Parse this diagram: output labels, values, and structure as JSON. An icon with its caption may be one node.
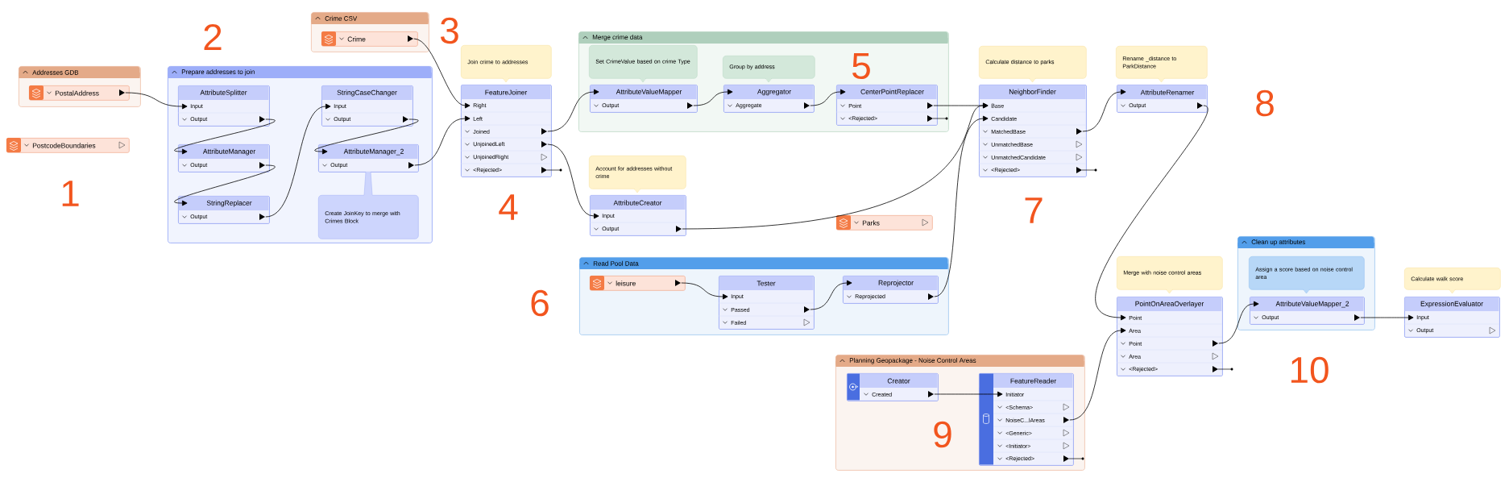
{
  "diagram": {
    "nodes": [
      {
        "text": [
          "Addresses GDB"
        ]
      },
      {
        "text": [
          "PostalAddress"
        ],
        "in": 0
      },
      {
        "text": [
          "PostcodeBoundaries"
        ]
      },
      {
        "text": [
          "Prepare addresses to join"
        ]
      },
      {
        "text": [
          "AttributeSplitter",
          "Input",
          "Output"
        ],
        "in": 3
      },
      {
        "text": [
          "StringCaseChanger",
          "Input",
          "Output"
        ],
        "in": 3
      },
      {
        "text": [
          "AttributeManager",
          "Output"
        ],
        "in": 3
      },
      {
        "text": [
          "AttributeManager_2",
          "Output"
        ],
        "in": 3
      },
      {
        "text": [
          "StringReplacer",
          "Output"
        ],
        "in": 3
      },
      {
        "text": [
          "Crime CSV"
        ]
      },
      {
        "text": [
          "Crime"
        ],
        "in": 9
      },
      {
        "text": [
          "FeatureJoiner",
          "Right",
          "Left",
          "Joined",
          "UnjoinedLeft",
          "UnjoinedRight",
          "<Rejected>"
        ]
      },
      {
        "text": [
          "Merge crime data"
        ]
      },
      {
        "text": [
          "AttributeValueMapper",
          "Output"
        ],
        "in": 12
      },
      {
        "text": [
          "Aggregator",
          "Aggregate"
        ],
        "in": 12
      },
      {
        "text": [
          "CenterPointReplacer",
          "Point",
          "<Rejected>"
        ],
        "in": 12
      },
      {
        "text": [
          "AttributeCreator",
          "Input",
          "Output"
        ]
      },
      {
        "text": [
          "Parks"
        ]
      },
      {
        "text": [
          "NeighborFinder",
          "Base",
          "Candidate",
          "MatchedBase",
          "UnmatchedBase",
          "UnmatchedCandidate",
          "<Rejected>"
        ]
      },
      {
        "text": [
          "AttributeRenamer",
          "Output"
        ]
      },
      {
        "text": [
          "Read Pool Data"
        ]
      },
      {
        "text": [
          "leisure"
        ],
        "in": 20
      },
      {
        "text": [
          "Tester",
          "Input",
          "Passed",
          "Failed"
        ],
        "in": 20
      },
      {
        "text": [
          "Reprojector",
          "Reprojected"
        ],
        "in": 20
      },
      {
        "text": [
          "Clean up attributes"
        ]
      },
      {
        "text": [
          "AttributeValueMapper_2",
          "Output"
        ],
        "in": 24
      },
      {
        "text": [
          "PointOnAreaOverlayer",
          "Point",
          "Area",
          "Point",
          "Area",
          "<Rejected>"
        ]
      },
      {
        "text": [
          "ExpressionEvaluator",
          "Input",
          "Output"
        ]
      },
      {
        "text": [
          "Planning Geopackage - Noise Control Areas"
        ]
      },
      {
        "text": [
          "Creator",
          "Created"
        ],
        "in": 28
      },
      {
        "text": [
          "FeatureReader",
          "Initiator",
          "<Schema>",
          "NoiseC...lAreas",
          "<Generic>",
          "<Initiator>",
          "<Rejected>"
        ],
        "in": 28
      },
      {
        "text": [
          "Create JoinKey to merge with Crimes Block"
        ],
        "in": 3
      },
      {
        "text": [
          "Join crime to addresses"
        ]
      },
      {
        "text": [
          "Set CrimeValue based on crime Type"
        ],
        "in": 12
      },
      {
        "text": [
          "Group by address"
        ],
        "in": 12
      },
      {
        "text": [
          "Account for addresses without crime"
        ]
      },
      {
        "text": [
          "Calculate distance to parks"
        ]
      },
      {
        "text": [
          "Rename _distance to ParkDistance"
        ]
      },
      {
        "text": [
          "Assign a score based on noise control area"
        ],
        "in": 24
      },
      {
        "text": [
          "Merge with noise control areas"
        ]
      },
      {
        "text": [
          "Calculate walk score"
        ]
      }
    ],
    "edges": [
      {
        "from": 1,
        "to": 4,
        "arrow": "to"
      },
      {
        "from": 4,
        "to": 6,
        "arrow": "to"
      },
      {
        "from": 6,
        "to": 8,
        "arrow": "to"
      },
      {
        "from": 8,
        "to": 5,
        "arrow": "to"
      },
      {
        "from": 5,
        "to": 7,
        "arrow": "to"
      },
      {
        "from": 7,
        "to": 11,
        "arrow": "to"
      },
      {
        "from": 10,
        "to": 11,
        "arrow": "to"
      },
      {
        "from": 11,
        "to": 13,
        "arrow": "to"
      },
      {
        "from": 11,
        "to": 16,
        "arrow": "to"
      },
      {
        "from": 13,
        "to": 14,
        "arrow": "to"
      },
      {
        "from": 14,
        "to": 15,
        "arrow": "to"
      },
      {
        "from": 15,
        "to": 18,
        "arrow": "to"
      },
      {
        "from": 16,
        "to": 18,
        "arrow": "to"
      },
      {
        "from": 23,
        "to": 18,
        "arrow": "to"
      },
      {
        "from": 18,
        "to": 19,
        "arrow": "to"
      },
      {
        "from": 19,
        "to": 26,
        "arrow": "to"
      },
      {
        "from": 29,
        "to": 30,
        "arrow": "to"
      },
      {
        "from": 30,
        "to": 26,
        "arrow": "to"
      },
      {
        "from": 26,
        "to": 25,
        "arrow": "to"
      },
      {
        "from": 25,
        "to": 27,
        "arrow": "to"
      },
      {
        "from": 21,
        "to": 22,
        "arrow": "to"
      },
      {
        "from": 22,
        "to": 23,
        "arrow": "to"
      }
    ],
    "labels": [
      "1",
      "2",
      "3",
      "4",
      "5",
      "6",
      "7",
      "8",
      "9",
      "10"
    ]
  }
}
